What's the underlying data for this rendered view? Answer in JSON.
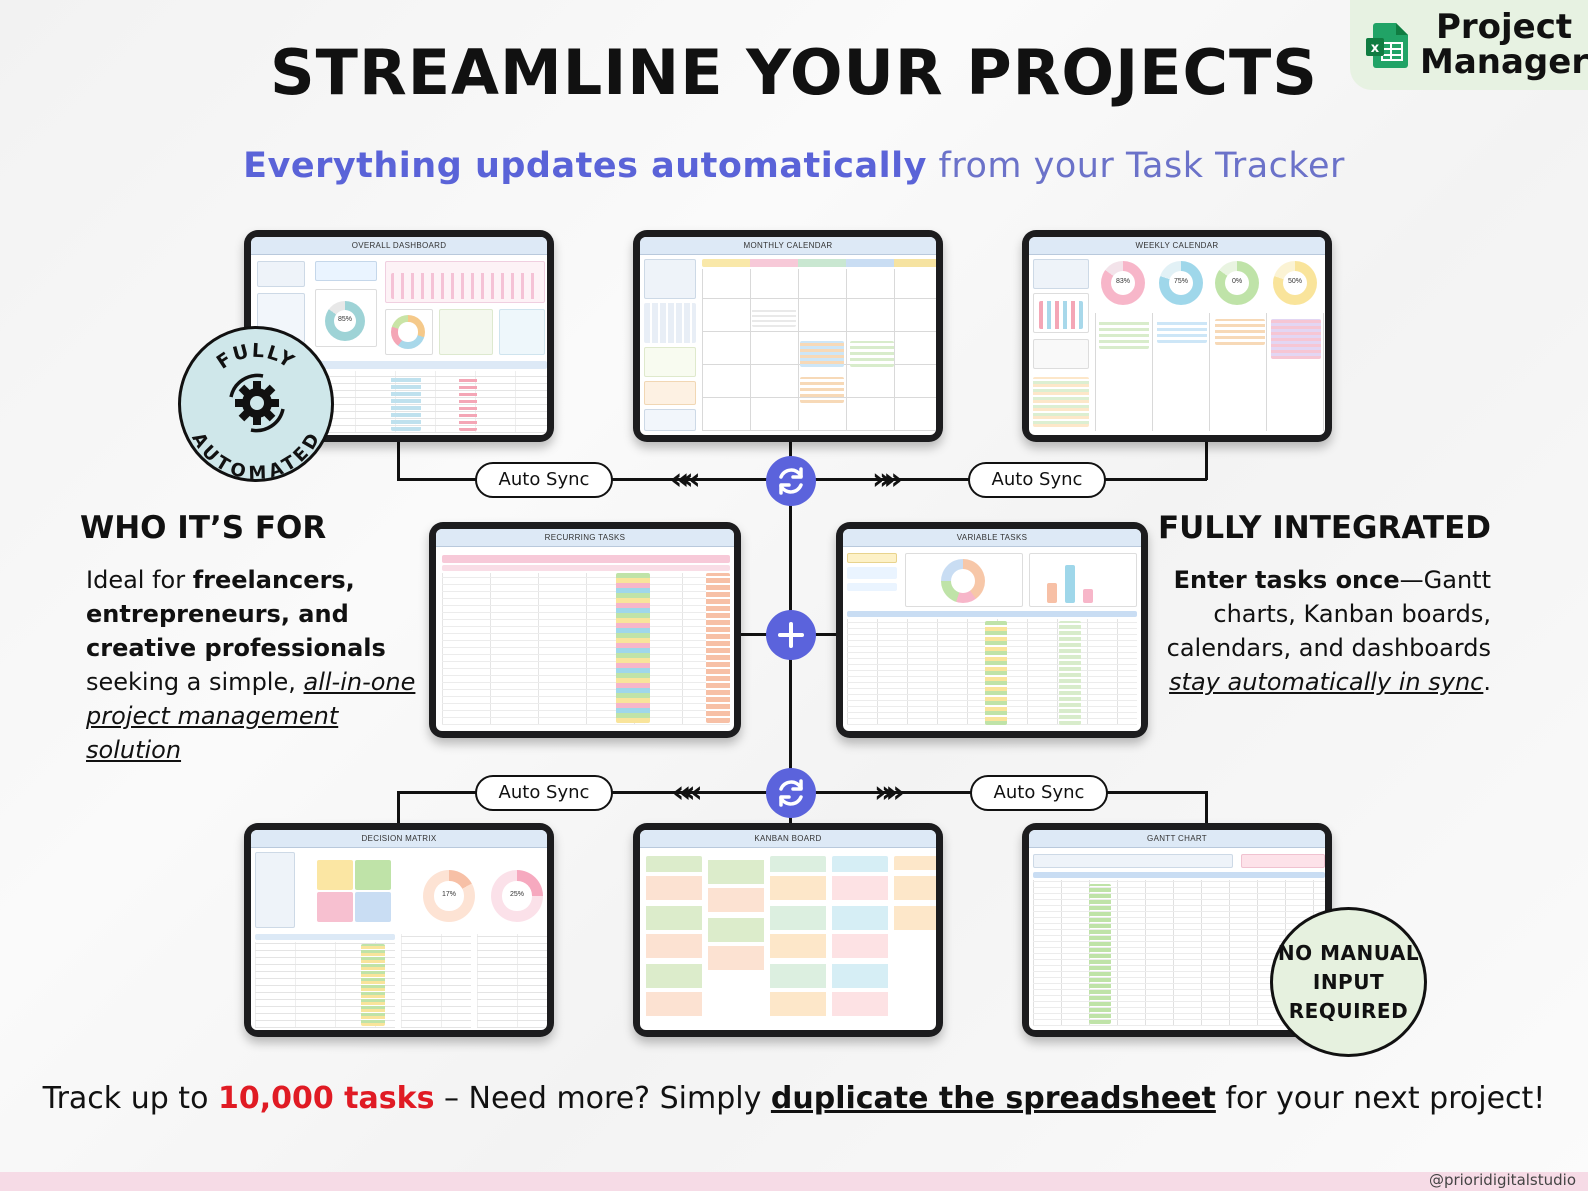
{
  "header": {
    "title": "STREAMLINE YOUR PROJECTS",
    "subtitle_highlight": "Everything updates automatically",
    "subtitle_rest": "from your Task Tracker"
  },
  "brand": {
    "line1": "Project",
    "line2": "Manager",
    "icon": "google-sheets-icon"
  },
  "tablets": {
    "overall_dashboard": "OVERALL DASHBOARD",
    "monthly_calendar": "MONTHLY CALENDAR",
    "weekly_calendar": "WEEKLY CALENDAR",
    "recurring_tasks": "RECURRING TASKS",
    "variable_tasks": "VARIABLE TASKS",
    "decision_matrix": "DECISION MATRIX",
    "kanban_board": "KANBAN BOARD",
    "gantt_chart": "GANTT CHART"
  },
  "sync": {
    "label": "Auto Sync",
    "chev_left": "«",
    "chev_right": "»"
  },
  "badges": {
    "fully_top": "FULLY",
    "automated_bottom": "AUTOMATED",
    "manual_line1": "NO MANUAL",
    "manual_line2": "INPUT",
    "manual_line3": "REQUIRED"
  },
  "who_for": {
    "heading": "WHO IT’S FOR",
    "p1": "Ideal for ",
    "b1": "freelancers,",
    "b2": "entrepreneurs, and",
    "b3": "creative professionals",
    "p2": "seeking a simple, ",
    "u1": "all-in-one",
    "u2": "project management",
    "u3": "solution"
  },
  "integrated": {
    "heading": "FULLY INTEGRATED",
    "b1": "Enter tasks once",
    "p1": "—Gantt",
    "p2": "charts, Kanban boards,",
    "p3": "calendars, and dashboards",
    "u1": "stay automatically in sync",
    "p4": "."
  },
  "footer": {
    "p1": "Track up to ",
    "red": "10,000 tasks",
    "p2": " – Need more? Simply ",
    "ul": "duplicate the spreadsheet",
    "p3": " for your next project!"
  },
  "credit": "@prioridigitalstudio",
  "colors": {
    "accent": "#5b63dc",
    "highlight_red": "#e01b24",
    "badge_blue": "#cfe7ea",
    "badge_green": "#e6f1df"
  }
}
